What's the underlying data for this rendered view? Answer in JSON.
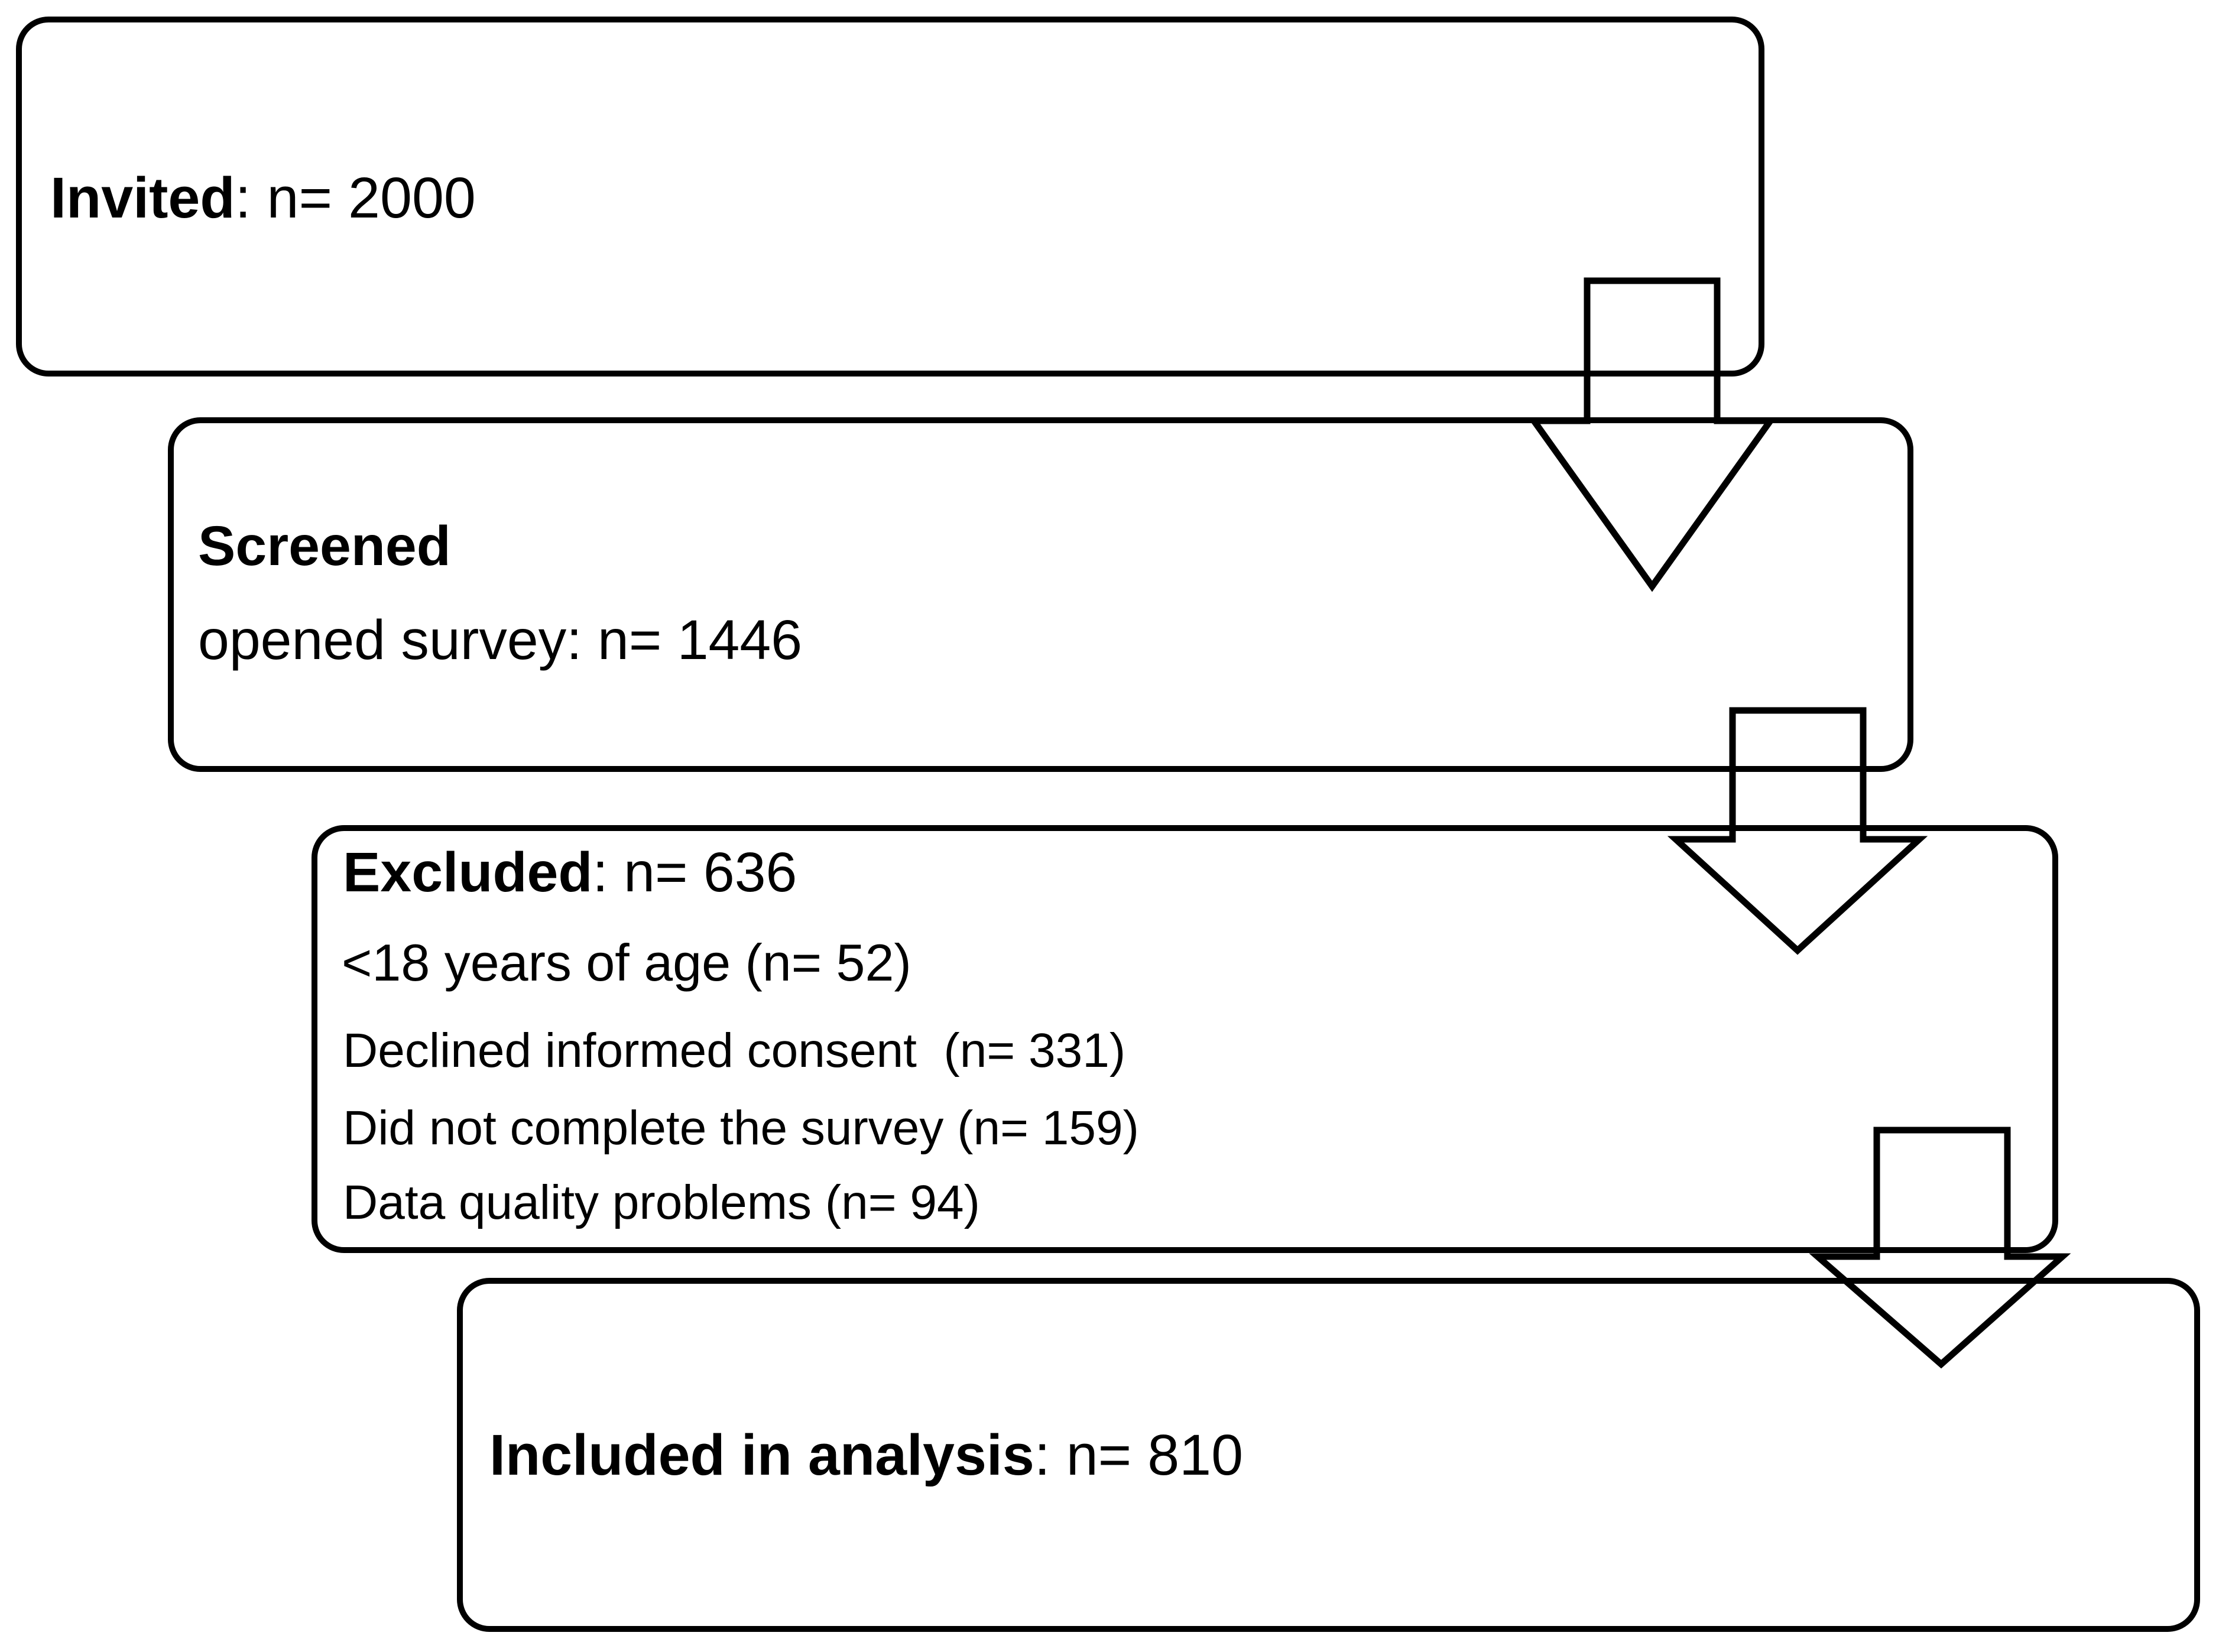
{
  "diagram": {
    "type": "participant-flowchart",
    "background_color": "#ffffff",
    "line_color": "#000000",
    "boxes": {
      "invited": {
        "title_bold": "Invited",
        "title_rest": ": n= 2000"
      },
      "screened": {
        "title_bold": "Screened",
        "subtitle": "opened survey: n= 1446"
      },
      "excluded": {
        "title_bold": "Excluded",
        "title_rest": ": n= 636",
        "items": [
          "<18 years of age (n= 52)",
          "Declined informed consent  (n= 331)",
          "Did not complete the survey (n= 159)",
          "Data quality problems (n= 94)"
        ]
      },
      "included": {
        "title_bold": "Included in analysis",
        "title_rest": ": n= 810"
      }
    },
    "flow": [
      "invited -> screened",
      "screened -> excluded",
      "excluded -> included in analysis"
    ]
  }
}
